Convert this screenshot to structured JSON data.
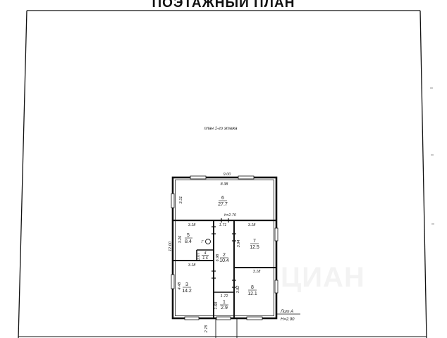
{
  "header": {
    "title": "ПОЭТАЖНЫЙ ПЛАН"
  },
  "plan": {
    "title": "план 1-го этажа",
    "height_label": "h=2.70",
    "lit": {
      "name": "Лит А",
      "height": "H=2.90"
    }
  },
  "rooms": [
    {
      "id": "6",
      "area": "27.7"
    },
    {
      "id": "5",
      "area": "8.4"
    },
    {
      "id": "4",
      "area": "1.6"
    },
    {
      "id": "2",
      "area": "10.4"
    },
    {
      "id": "7",
      "area": "12.5"
    },
    {
      "id": "3",
      "area": "14.2"
    },
    {
      "id": "1",
      "area": "2.9"
    },
    {
      "id": "8",
      "area": "12.1"
    }
  ],
  "dimensions": {
    "outer_width": "9.00",
    "top_inner": "8.38",
    "left_height": "12.00",
    "room6_height": "3.31",
    "room5_width": "3.18",
    "corridor_width": "1.71",
    "room7_width": "3.18",
    "room5_height": "3.26",
    "room4_height": "1.07",
    "corridor_height": "6.98",
    "room7_height": "3.94",
    "room3_width": "3.18",
    "room8_width": "3.18",
    "room3_height": "4.48",
    "room8_height": "3.82",
    "room1_width": "1.72",
    "room1_height": "1.68",
    "porch_length": "2.78"
  },
  "symbols": {
    "boiler": "Г"
  },
  "watermark": "ЦИАН"
}
